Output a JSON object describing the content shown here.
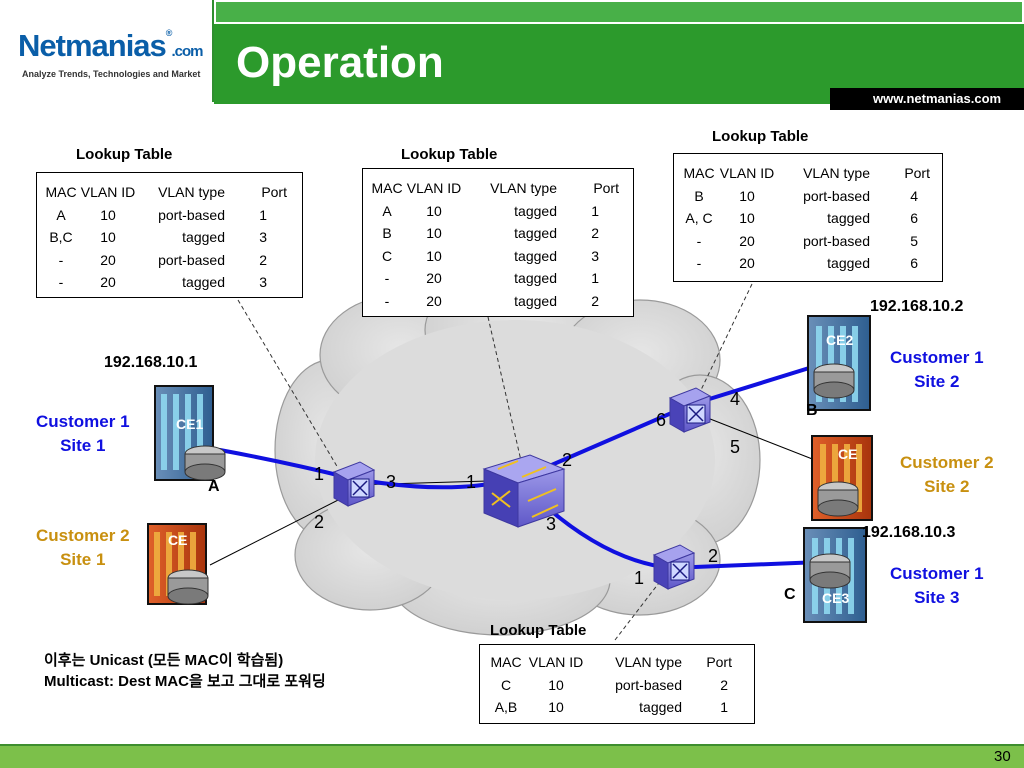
{
  "header": {
    "logo_main": "Netmanias",
    "logo_reg": "®",
    "logo_suffix": ".com",
    "logo_tagline": "Analyze Trends, Technologies and Market",
    "title": "Operation",
    "website": "www.netmanias.com"
  },
  "tables": {
    "left": {
      "title": "Lookup Table",
      "headers": [
        "MAC",
        "VLAN ID",
        "VLAN type",
        "Port"
      ],
      "rows": [
        [
          "A",
          "10",
          "port-based",
          "1"
        ],
        [
          "B,C",
          "10",
          "tagged",
          "3"
        ],
        [
          "-",
          "20",
          "port-based",
          "2"
        ],
        [
          "-",
          "20",
          "tagged",
          "3"
        ]
      ]
    },
    "center": {
      "title": "Lookup Table",
      "headers": [
        "MAC",
        "VLAN ID",
        "VLAN type",
        "Port"
      ],
      "rows": [
        [
          "A",
          "10",
          "tagged",
          "1"
        ],
        [
          "B",
          "10",
          "tagged",
          "2"
        ],
        [
          "C",
          "10",
          "tagged",
          "3"
        ],
        [
          "-",
          "20",
          "tagged",
          "1"
        ],
        [
          "-",
          "20",
          "tagged",
          "2"
        ]
      ]
    },
    "right": {
      "title": "Lookup Table",
      "headers": [
        "MAC",
        "VLAN ID",
        "VLAN type",
        "Port"
      ],
      "rows": [
        [
          "B",
          "10",
          "port-based",
          "4"
        ],
        [
          "A, C",
          "10",
          "tagged",
          "6"
        ],
        [
          "-",
          "20",
          "port-based",
          "5"
        ],
        [
          "-",
          "20",
          "tagged",
          "6"
        ]
      ]
    },
    "bottom": {
      "title": "Lookup Table",
      "headers": [
        "MAC",
        "VLAN ID",
        "VLAN type",
        "Port"
      ],
      "rows": [
        [
          "C",
          "10",
          "port-based",
          "2"
        ],
        [
          "A,B",
          "10",
          "tagged",
          "1"
        ]
      ]
    }
  },
  "diagram": {
    "ips": {
      "ce1": "192.168.10.1",
      "ce2": "192.168.10.2",
      "ce3": "192.168.10.3"
    },
    "sites": {
      "c1s1": [
        "Customer 1",
        "Site 1"
      ],
      "c2s1": [
        "Customer 2",
        "Site 1"
      ],
      "c1s2": [
        "Customer 1",
        "Site 2"
      ],
      "c2s2": [
        "Customer 2",
        "Site 2"
      ],
      "c1s3": [
        "Customer 1",
        "Site 3"
      ]
    },
    "ce_labels": {
      "ce1": "CE1",
      "ce2": "CE2",
      "ce3": "CE3",
      "ce_c2s1": "CE",
      "ce_c2s2": "CE"
    },
    "nodes": {
      "a": "A",
      "b": "B",
      "c": "C"
    },
    "ports": {
      "left_sw_1": "1",
      "left_sw_2": "2",
      "left_sw_3": "3",
      "center_sw_1": "1",
      "center_sw_2": "2",
      "center_sw_3": "3",
      "right_sw_4": "4",
      "right_sw_5": "5",
      "right_sw_6": "6",
      "bottom_sw_1": "1",
      "bottom_sw_2": "2"
    }
  },
  "note": {
    "line1": "이후는 Unicast (모든 MAC이 학습됨)",
    "line2": "Multicast: Dest MAC을 보고 그대로 포워딩"
  },
  "footer": {
    "page_number": "30"
  },
  "colors": {
    "title_green": "#2c9a2c",
    "customer1_blue": "#1010e0",
    "customer2_gold": "#c89010",
    "link_blue": "#1010e0",
    "cloud_gray": "#d7d7d7",
    "footer_green": "#7cc04a"
  }
}
